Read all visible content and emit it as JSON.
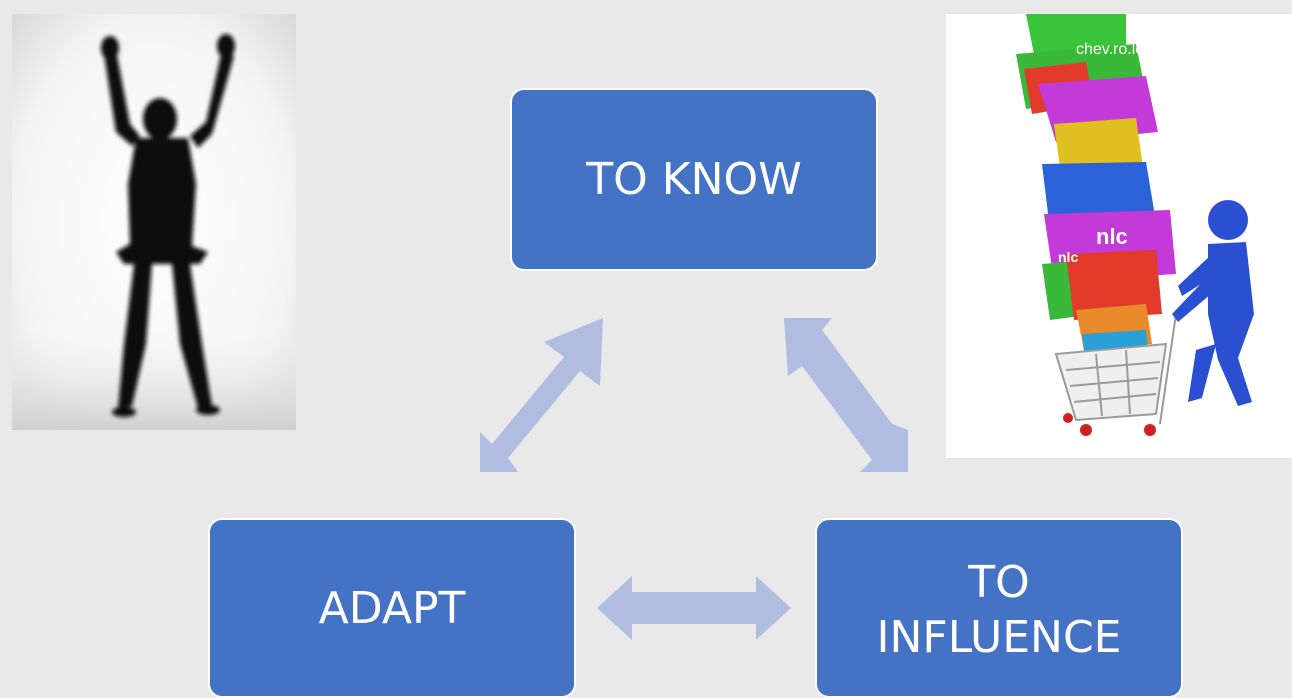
{
  "diagram": {
    "nodes": {
      "know": {
        "label": "TO KNOW"
      },
      "adapt": {
        "label": "ADAPT"
      },
      "influence": {
        "line1": "TO",
        "line2": "INFLUENCE"
      }
    },
    "edges": [
      {
        "from": "know",
        "to": "adapt",
        "style": "double-arrow"
      },
      {
        "from": "know",
        "to": "influence",
        "style": "double-arrow"
      },
      {
        "from": "adapt",
        "to": "influence",
        "style": "double-arrow"
      }
    ],
    "colors": {
      "node_fill": "#4472c4",
      "node_text": "#ffffff",
      "arrow": "#b0bde0",
      "background": "#e9e9e9"
    }
  },
  "images": {
    "left": {
      "description_icon": "person-silhouette-arms-raised"
    },
    "right": {
      "description_icon": "shopping-cart-stacked-boxes",
      "box_text": [
        "chev.ro.let",
        "nlc",
        "nlc"
      ]
    }
  }
}
